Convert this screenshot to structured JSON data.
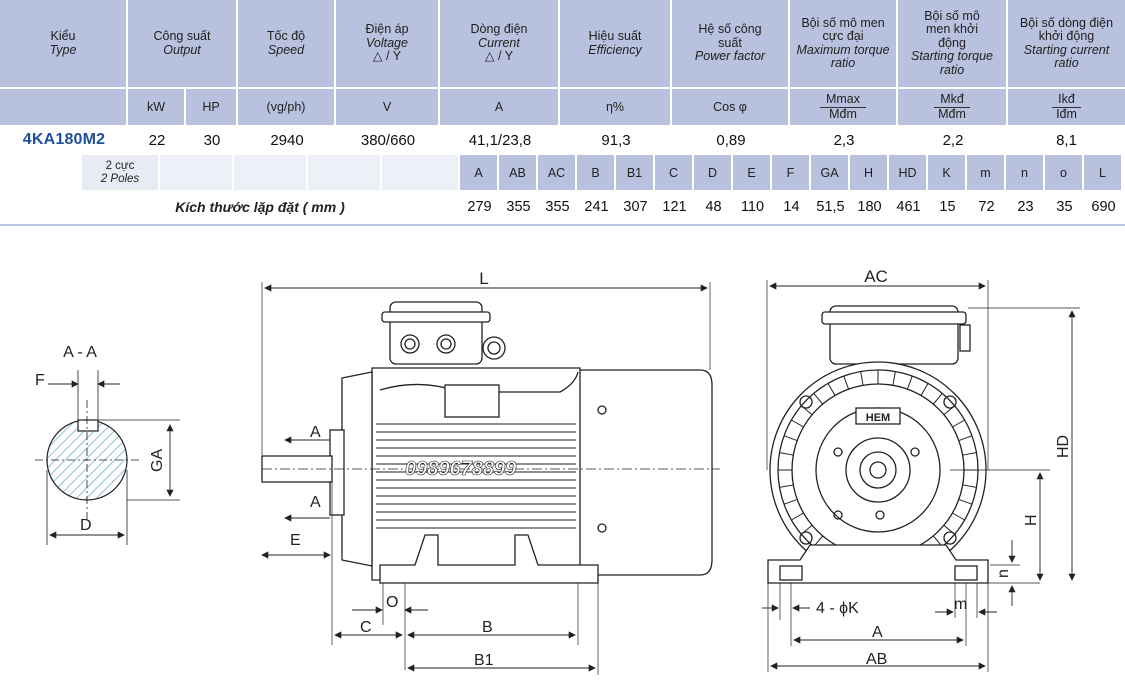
{
  "spec_table": {
    "headers": [
      {
        "vi": "Kiểu",
        "en": "Type"
      },
      {
        "vi": "Công suất",
        "en": "Output"
      },
      {
        "vi": "Tốc độ",
        "en": "Speed"
      },
      {
        "vi": "Điện áp",
        "en": "Voltage",
        "extra": "△ / Y"
      },
      {
        "vi": "Dòng điện",
        "en": "Current",
        "extra": "△ / Y"
      },
      {
        "vi": "Hiệu suất",
        "en": "Efficiency"
      },
      {
        "vi": "Hệ số công suất",
        "en": "Power factor"
      },
      {
        "vi": "Bội số mô men cực đại",
        "en": "Maximum torque ratio"
      },
      {
        "vi": "Bội số mô men khởi động",
        "en": "Starting torque ratio"
      },
      {
        "vi": "Bội số dòng điện khởi động",
        "en": "Starting current ratio"
      }
    ],
    "units": {
      "kw": "kW",
      "hp": "HP",
      "speed": "(vg/ph)",
      "voltage": "V",
      "current": "A",
      "efficiency": "η%",
      "pf": "Cos φ",
      "tmax_top": "Mmax",
      "tmax_bot": "Mđm",
      "tstart_top": "Mkđ",
      "tstart_bot": "Mđm",
      "istart_top": "Ikđ",
      "istart_bot": "Iđm"
    },
    "row": {
      "model": "4KA180M2",
      "kw": "22",
      "hp": "30",
      "speed": "2940",
      "voltage": "380/660",
      "current": "41,1/23,8",
      "efficiency": "91,3",
      "pf": "0,89",
      "tmax": "2,3",
      "tstart": "2,2",
      "istart": "8,1"
    },
    "poles": {
      "vi": "2 cực",
      "en": "2 Poles"
    },
    "dim_caption": "Kích thước lặp đặt ( mm )",
    "dims": [
      {
        "name": "A",
        "value": "279"
      },
      {
        "name": "AB",
        "value": "355"
      },
      {
        "name": "AC",
        "value": "355"
      },
      {
        "name": "B",
        "value": "241"
      },
      {
        "name": "B1",
        "value": "307"
      },
      {
        "name": "C",
        "value": "121"
      },
      {
        "name": "D",
        "value": "48"
      },
      {
        "name": "E",
        "value": "110"
      },
      {
        "name": "F",
        "value": "14"
      },
      {
        "name": "GA",
        "value": "51,5"
      },
      {
        "name": "H",
        "value": "180"
      },
      {
        "name": "HD",
        "value": "461"
      },
      {
        "name": "K",
        "value": "15"
      },
      {
        "name": "m",
        "value": "72"
      },
      {
        "name": "n",
        "value": "23"
      },
      {
        "name": "o",
        "value": "35"
      },
      {
        "name": "L",
        "value": "690"
      }
    ]
  },
  "drawing": {
    "section_title": "A - A",
    "watermark": "0989678899",
    "brand": "HEM",
    "labels": {
      "F": "F",
      "GA": "GA",
      "D": "D",
      "L": "L",
      "A_top": "A",
      "A_bot": "A",
      "E": "E",
      "O": "O",
      "C": "C",
      "B": "B",
      "B1": "B1",
      "AC": "AC",
      "HD": "HD",
      "H": "H",
      "n": "n",
      "m": "m",
      "K": "4 - ϕK",
      "A_front": "A",
      "AB": "AB"
    }
  }
}
